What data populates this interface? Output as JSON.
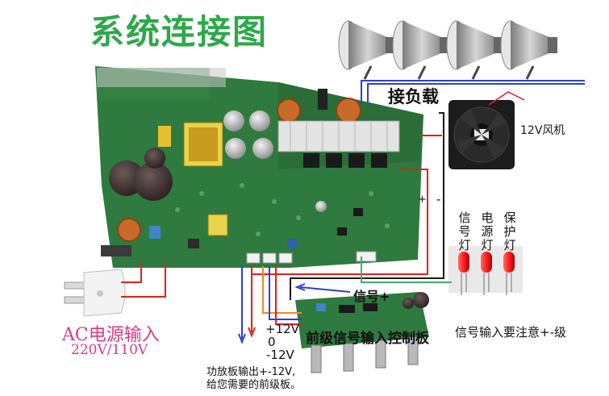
{
  "title": "系统连接图",
  "labels": {
    "load": "接负载",
    "fan": "12V风机",
    "plus": "+",
    "minus": "-",
    "led_signal": "信号灯",
    "led_power": "电源灯",
    "led_protect": "保护灯",
    "signal_plus": "信号+",
    "v_pos": "+12V",
    "v_zero": "0",
    "v_neg": "-12V",
    "pre_board": "前级信号输入控制板",
    "signal_note": "信号输入要注意+-级",
    "ac_input": "AC电源输入",
    "ac_volts": "220V/110V",
    "note_line1": "功放板输出+-12V,",
    "note_line2": "给您需要的前级板。"
  },
  "colors": {
    "title": "#2ea84a",
    "ac_text": "#d63a8a",
    "pcb_green": "#2f7a3e",
    "wire_red": "#e0201a",
    "wire_blue": "#2f3fcf",
    "wire_green": "#3bb36b",
    "wire_orange": "#f08a1c"
  },
  "speakers": {
    "count": 4,
    "icon": "horn-speaker-icon"
  }
}
